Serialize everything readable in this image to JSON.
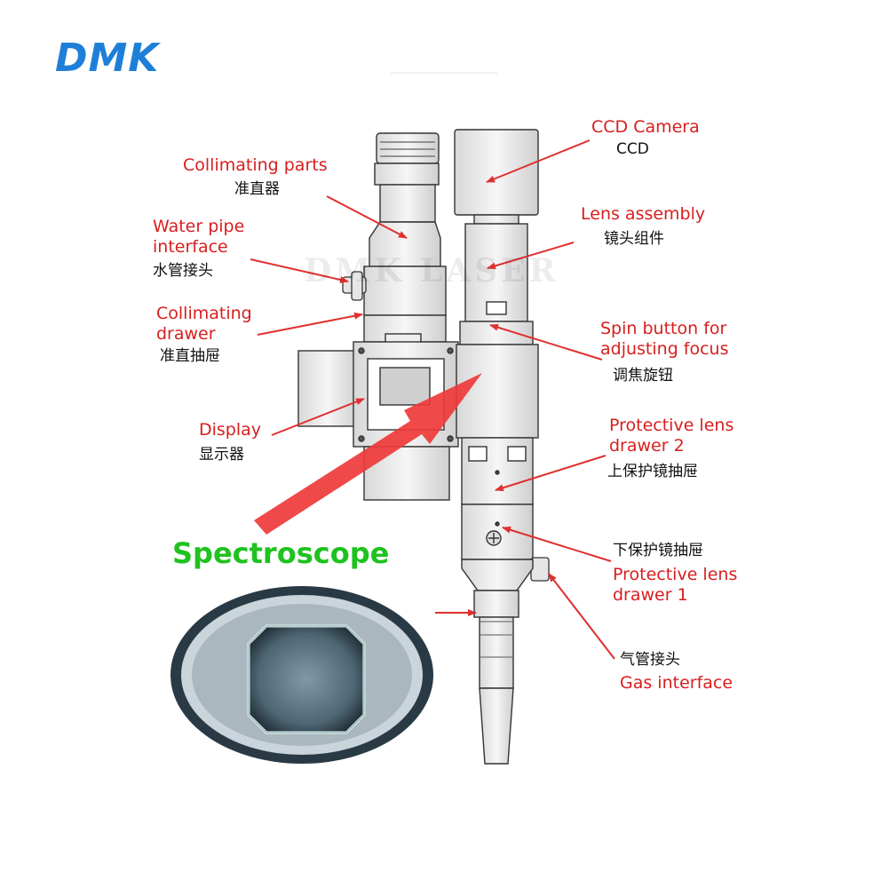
{
  "brand": {
    "logo": "DMK",
    "watermark": "DMK LASER",
    "accent": "#1e7fd8"
  },
  "colors": {
    "label_red": "#d81e1e",
    "spectro_green": "#1fc21f",
    "arrow_red": "#e03030"
  },
  "labels": {
    "ccd_camera": {
      "en": "CCD Camera",
      "cn": "CCD"
    },
    "collimating_parts": {
      "en": "Collimating parts",
      "cn": "准直器"
    },
    "lens_assembly": {
      "en": "Lens assembly",
      "cn": "镜头组件"
    },
    "water_pipe": {
      "en_line1": "Water pipe",
      "en_line2": "interface",
      "cn": "水管接头"
    },
    "collimating_drawer": {
      "en_line1": "Collimating",
      "en_line2": "drawer",
      "cn": "准直抽屉"
    },
    "spin_button": {
      "en_line1": "Spin button for",
      "en_line2": "adjusting focus",
      "cn": "调焦旋钮"
    },
    "display": {
      "en": "Display",
      "cn": "显示器"
    },
    "protective_lens_2": {
      "en_line1": "Protective lens",
      "en_line2": "drawer 2",
      "cn": "上保护镜抽屉"
    },
    "protective_lens_1": {
      "cn": "下保护镜抽屉",
      "en_line1": "Protective lens",
      "en_line2": "drawer 1"
    },
    "gas_interface": {
      "cn": "气管接头",
      "en": "Gas interface"
    },
    "spectroscope": "Spectroscope"
  }
}
